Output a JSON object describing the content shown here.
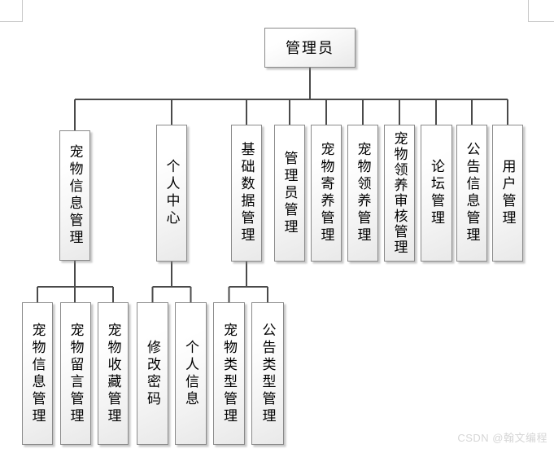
{
  "diagram": {
    "root": {
      "label": "管理员"
    },
    "level1": [
      {
        "label": "宠物信息管理"
      },
      {
        "label": "个人中心"
      },
      {
        "label": "基础数据管理"
      },
      {
        "label": "管理员管理"
      },
      {
        "label": "宠物寄养管理"
      },
      {
        "label": "宠物领养管理"
      },
      {
        "label": "宠物领养审核管理"
      },
      {
        "label": "论坛管理"
      },
      {
        "label": "公告信息管理"
      },
      {
        "label": "用户管理"
      }
    ],
    "level2": [
      {
        "label": "宠物信息管理"
      },
      {
        "label": "宠物留言管理"
      },
      {
        "label": "宠物收藏管理"
      },
      {
        "label": "修改密码"
      },
      {
        "label": "个人信息"
      },
      {
        "label": "宠物类型管理"
      },
      {
        "label": "公告类型管理"
      }
    ],
    "colors": {
      "connector": "#4a4a4a",
      "box_border": "#8a8a8a",
      "corner_mark": "#c8c8c8",
      "watermark_text": "#d6d6d6"
    }
  },
  "watermark": {
    "text": "CSDN @翰文编程"
  }
}
